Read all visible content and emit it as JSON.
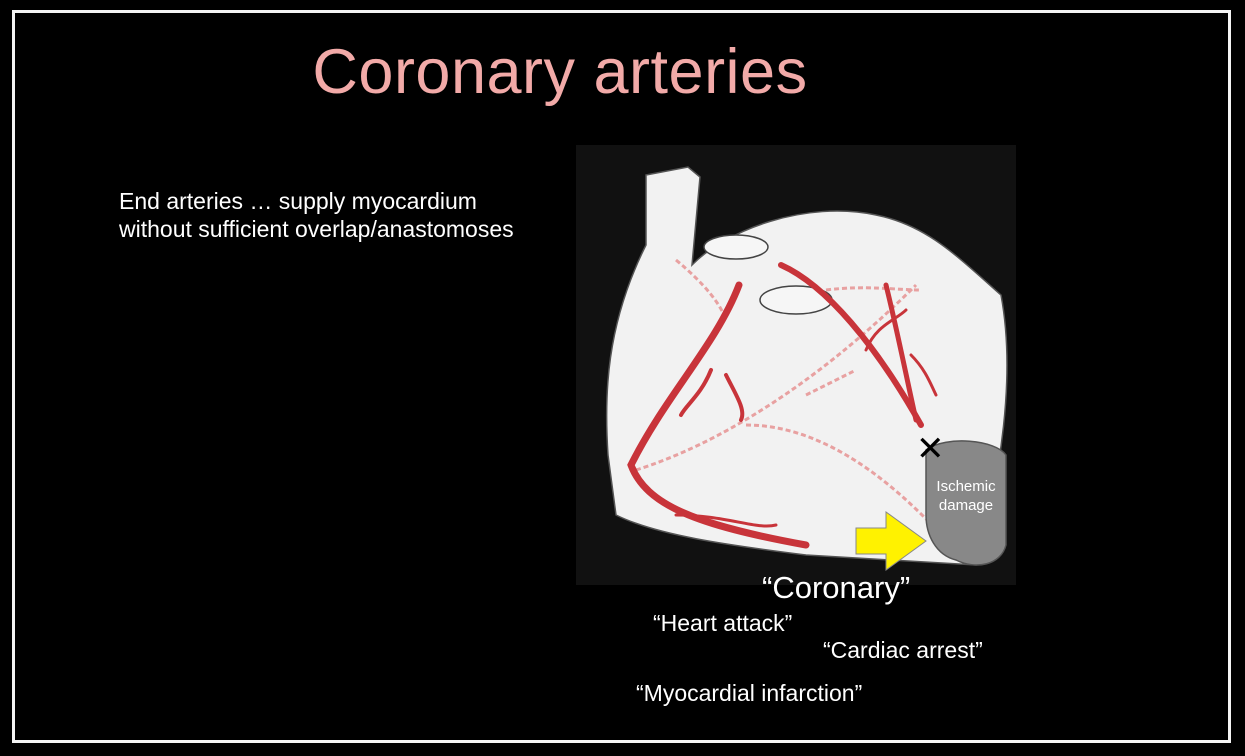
{
  "slide": {
    "title": "Coronary arteries",
    "bullet_lines": [
      "End arteries … supply myocardium",
      "without sufficient overlap/anastomoses"
    ]
  },
  "figure": {
    "ischemic_label_lines": [
      "Ischemic",
      "damage"
    ],
    "blockage_mark": "✕",
    "colors": {
      "artery": "#c8343a",
      "hidden_artery": "#e8a1a1",
      "heart_fill": "#f2f2f2",
      "ischemic_zone": "#888888",
      "arrow": "#fff200"
    }
  },
  "labels": {
    "coronary": "“Coronary”",
    "heart_attack": "“Heart attack”",
    "cardiac_arrest": "“Cardiac arrest”",
    "myocardial_infarction": "“Myocardial infarction”"
  }
}
